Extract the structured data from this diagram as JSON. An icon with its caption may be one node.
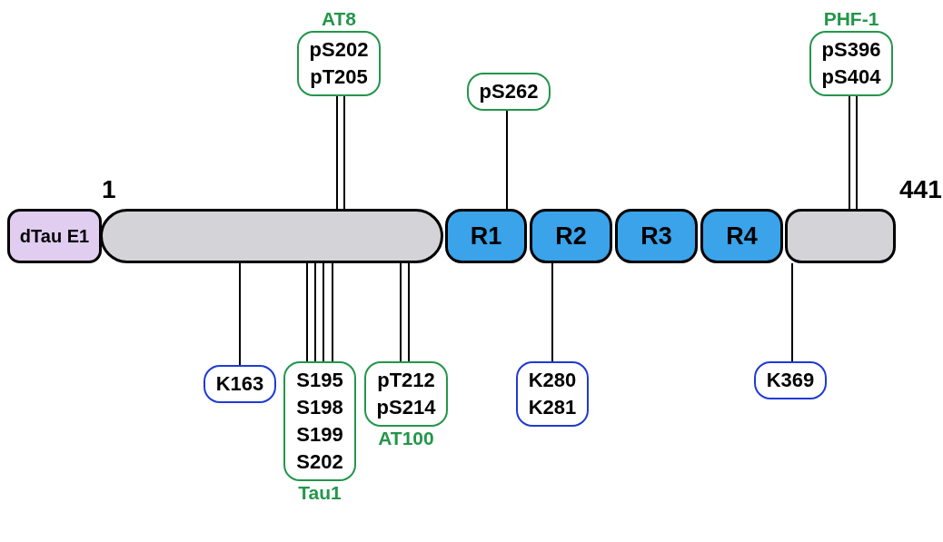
{
  "diagram": {
    "nodes": [
      {
        "text": [
          "dTau E1"
        ]
      },
      {
        "text": [],
        "shape": "box"
      },
      {
        "text": [
          "R1"
        ]
      },
      {
        "text": [
          "R2"
        ]
      },
      {
        "text": [
          "R3"
        ]
      },
      {
        "text": [
          "R4"
        ]
      },
      {
        "text": [],
        "shape": "box"
      },
      {
        "text": [
          "AT8",
          "pS202 pT205"
        ]
      },
      {
        "text": [
          "pS262"
        ]
      },
      {
        "text": [
          "PHF-1",
          "pS396 pS404"
        ]
      },
      {
        "text": [
          "K163"
        ]
      },
      {
        "text": [
          "S195 S198 S199 S202",
          "Tau1"
        ]
      },
      {
        "text": [
          "pT212 pS214",
          "AT100"
        ]
      },
      {
        "text": [
          "K280 K281"
        ]
      },
      {
        "text": [
          "K369"
        ]
      }
    ],
    "edges": [
      {
        "from": 7,
        "to": 1,
        "arrow": "none"
      },
      {
        "from": 7,
        "to": 1,
        "arrow": "none"
      },
      {
        "from": 8,
        "to": 2,
        "arrow": "none"
      },
      {
        "from": 9,
        "to": 6,
        "arrow": "none"
      },
      {
        "from": 9,
        "to": 6,
        "arrow": "none"
      },
      {
        "from": 10,
        "to": 1,
        "arrow": "none"
      },
      {
        "from": 11,
        "to": 1,
        "arrow": "none"
      },
      {
        "from": 11,
        "to": 1,
        "arrow": "none"
      },
      {
        "from": 11,
        "to": 1,
        "arrow": "none"
      },
      {
        "from": 11,
        "to": 1,
        "arrow": "none"
      },
      {
        "from": 12,
        "to": 1,
        "arrow": "none"
      },
      {
        "from": 12,
        "to": 1,
        "arrow": "none"
      },
      {
        "from": 13,
        "to": 3,
        "arrow": "none"
      },
      {
        "from": 14,
        "to": 6,
        "arrow": "none"
      }
    ],
    "labels": [
      "1",
      "441"
    ]
  }
}
